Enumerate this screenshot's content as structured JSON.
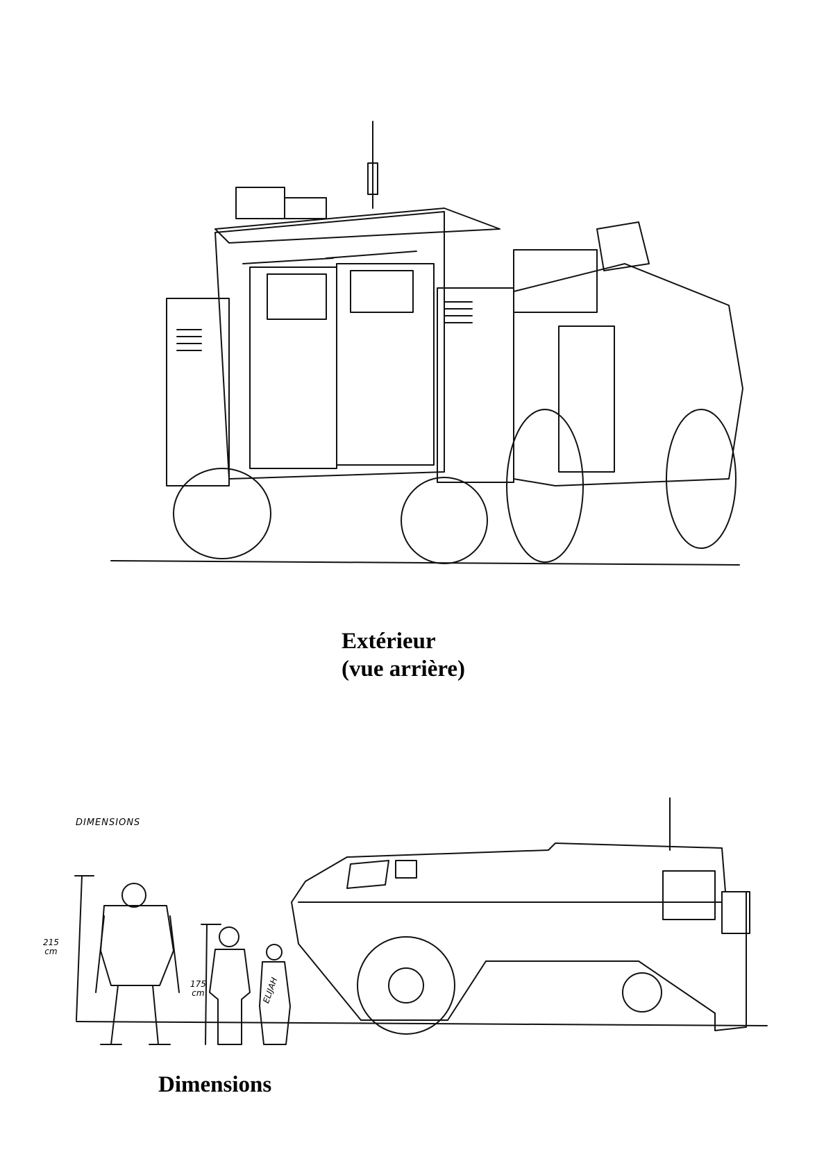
{
  "top_figure": {
    "caption_line1": "Extérieur",
    "caption_line2": "(vue arrière)"
  },
  "bottom_figure": {
    "handwritten_title": "DIMENSIONS",
    "robot_height_value": "215",
    "robot_height_unit": "cm",
    "human_height_value": "175",
    "human_height_unit": "cm",
    "figure_label": "ELIJAH",
    "caption": "Dimensions"
  }
}
